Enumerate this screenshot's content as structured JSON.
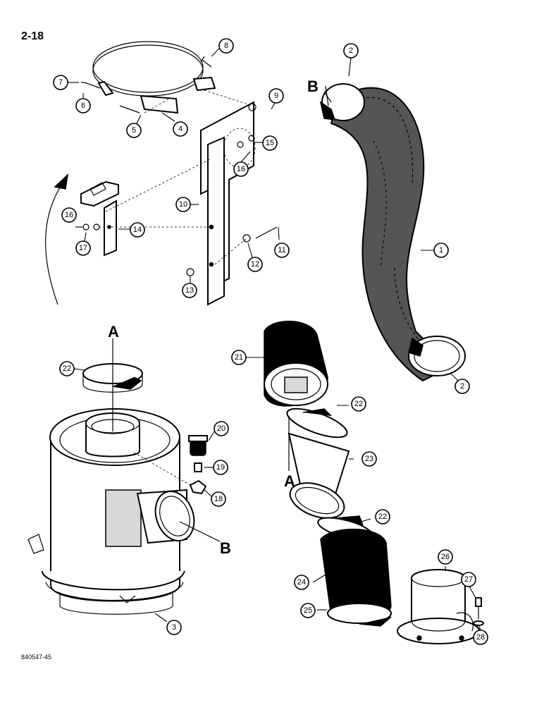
{
  "page_number": "2-18",
  "figure_ref": "840547-45",
  "letters": {
    "a_top": "A",
    "a_mid": "A",
    "b_left": "B",
    "b_right": "B"
  },
  "callouts": {
    "c1": "1",
    "c2a": "2",
    "c2b": "2",
    "c3": "3",
    "c4": "4",
    "c5": "5",
    "c6": "6",
    "c7": "7",
    "c8": "8",
    "c9": "9",
    "c10": "10",
    "c11": "11",
    "c12": "12",
    "c13": "13",
    "c14": "14",
    "c15": "15",
    "c16a": "16",
    "c16b": "16",
    "c17": "17",
    "c18": "18",
    "c19": "19",
    "c20": "20",
    "c21": "21",
    "c22a": "22",
    "c22b": "22",
    "c22c": "22",
    "c23": "23",
    "c24": "24",
    "c25": "25",
    "c26": "26",
    "c27": "27",
    "c28": "28"
  }
}
